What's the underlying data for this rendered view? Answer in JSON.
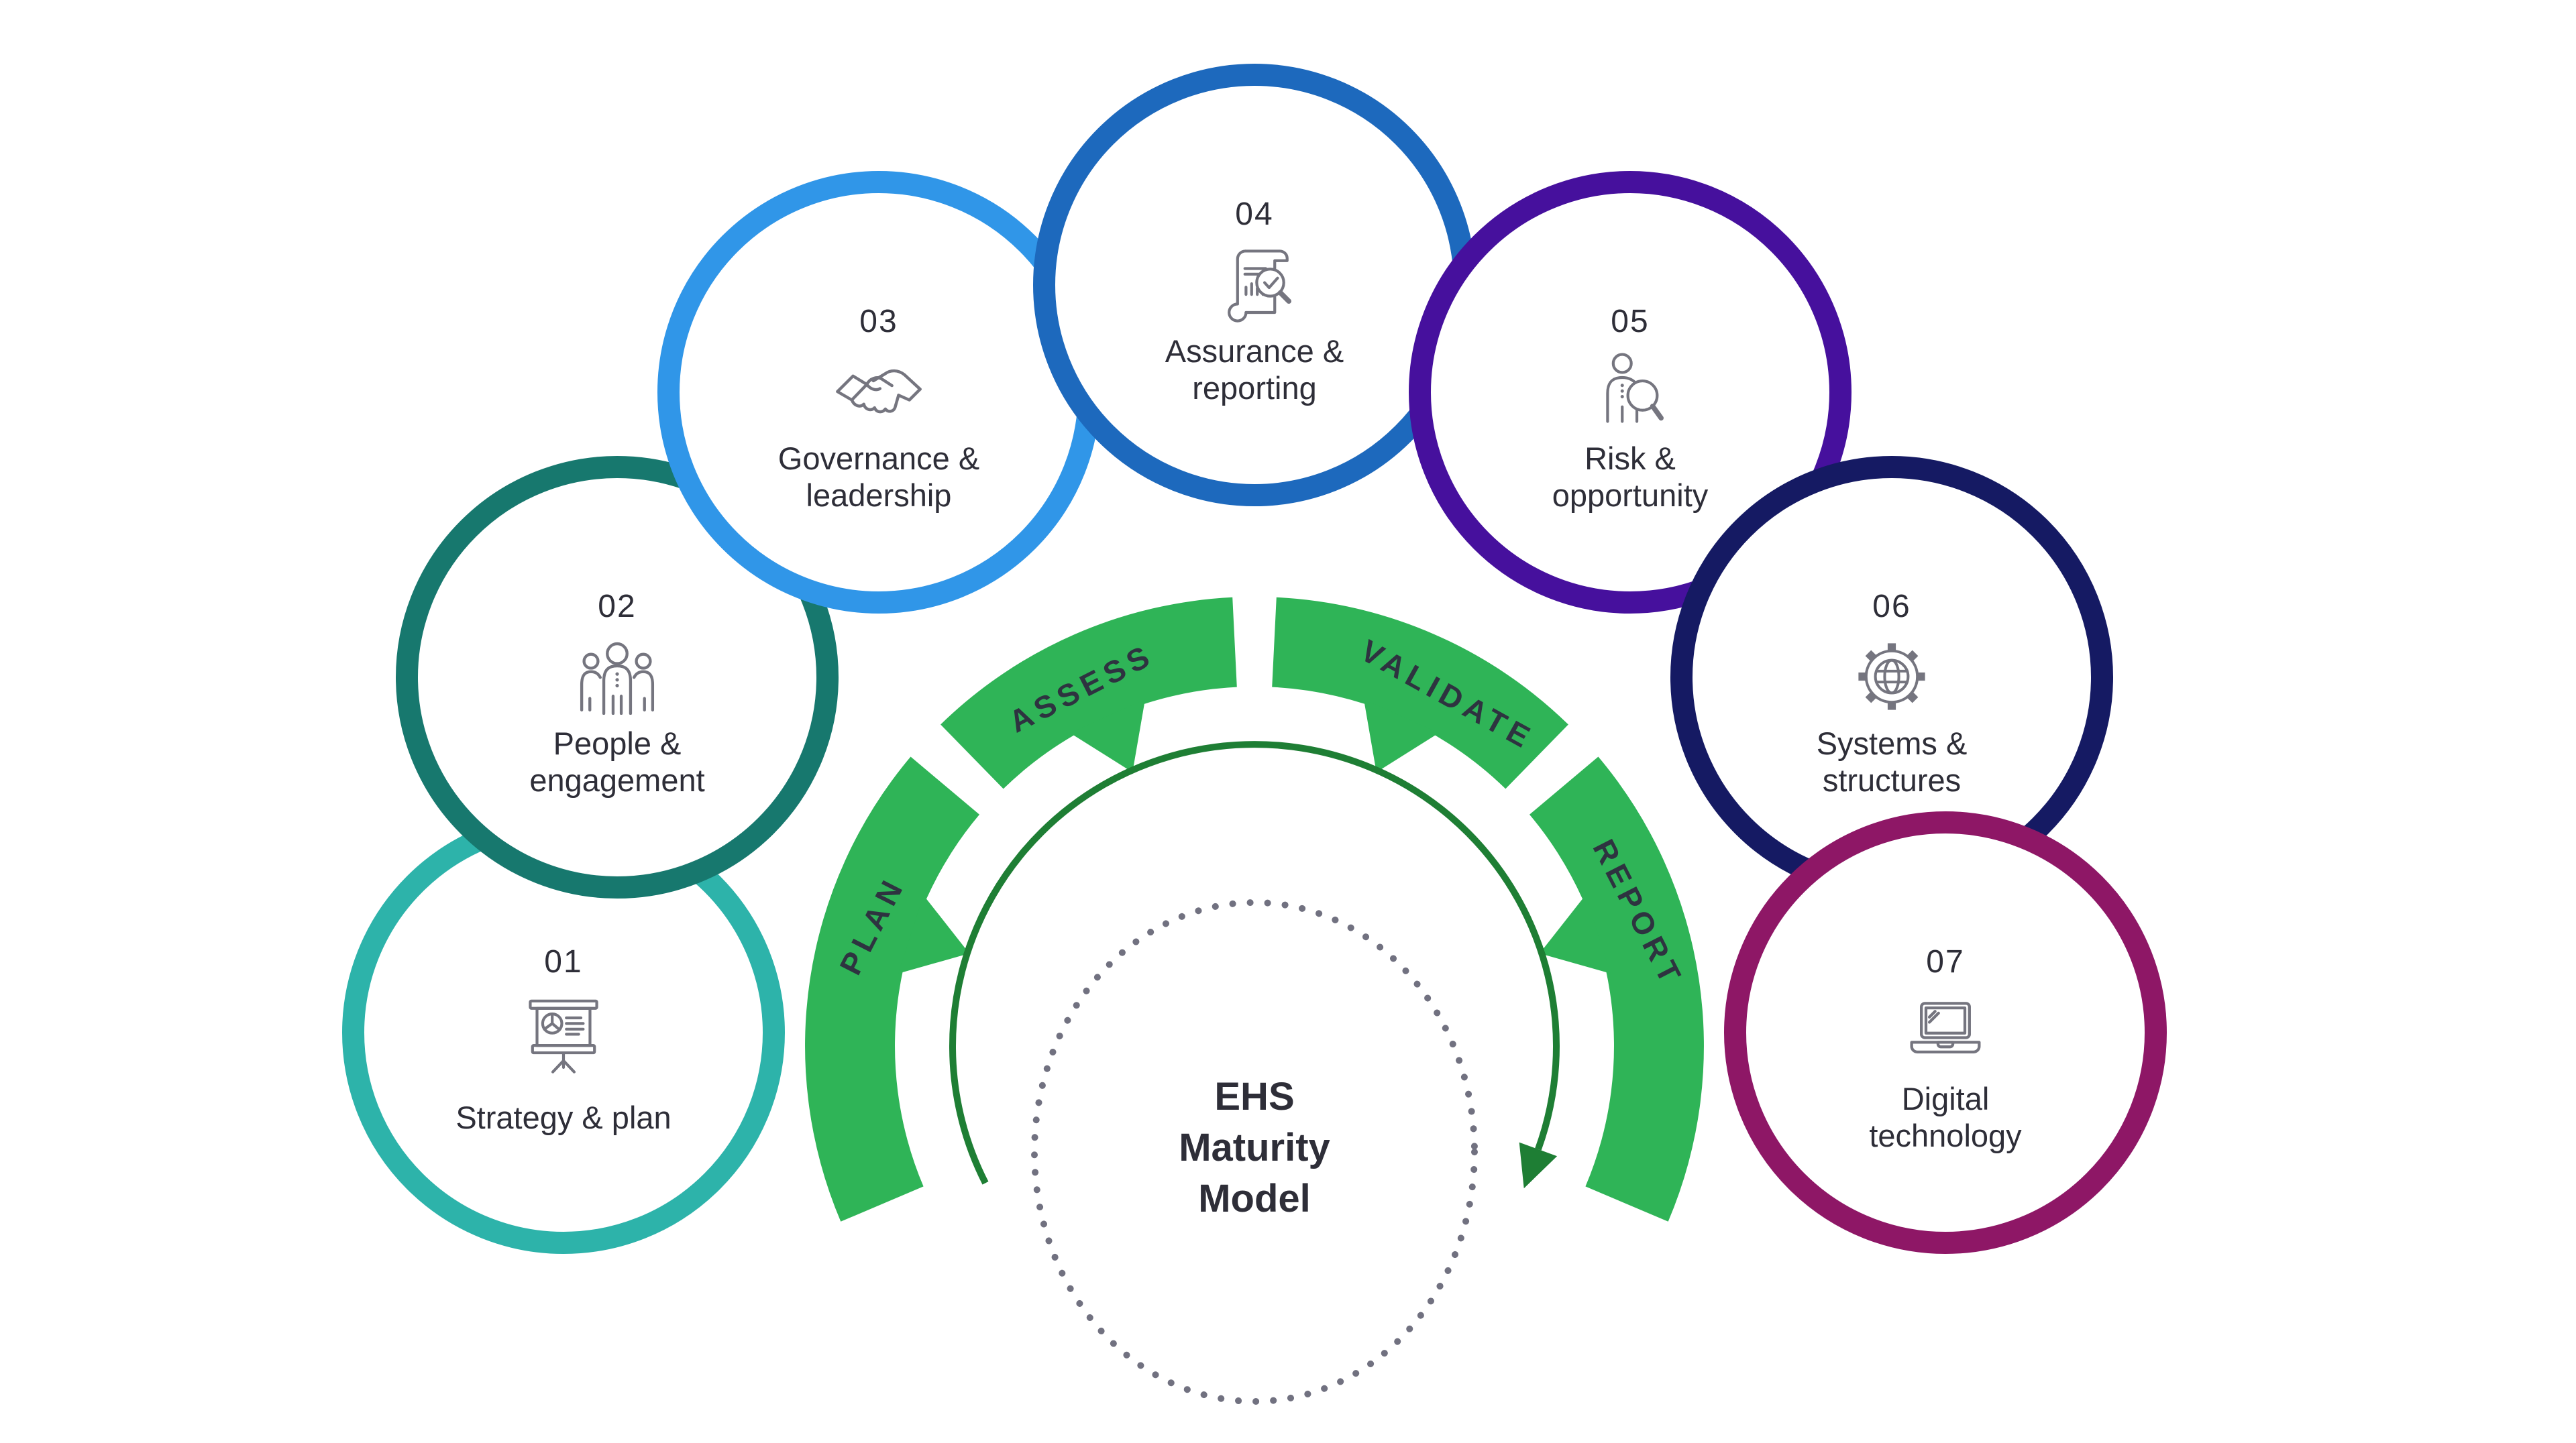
{
  "diagram": {
    "center_label_lines": [
      "EHS",
      "Maturity",
      "Model"
    ],
    "phases": [
      {
        "label": "PLAN"
      },
      {
        "label": "ASSESS"
      },
      {
        "label": "VALIDATE"
      },
      {
        "label": "REPORT"
      }
    ],
    "nodes": [
      {
        "number": "01",
        "lines": [
          "Strategy & plan",
          ""
        ],
        "color": "#2db3aa",
        "icon": "presentation-chart-icon"
      },
      {
        "number": "02",
        "lines": [
          "People &",
          "engagement"
        ],
        "color": "#17786e",
        "icon": "people-group-icon"
      },
      {
        "number": "03",
        "lines": [
          "Governance &",
          "leadership"
        ],
        "color": "#3096e8",
        "icon": "handshake-icon"
      },
      {
        "number": "04",
        "lines": [
          "Assurance &",
          "reporting"
        ],
        "color": "#1d69bd",
        "icon": "report-magnifier-icon"
      },
      {
        "number": "05",
        "lines": [
          "Risk &",
          "opportunity"
        ],
        "color": "#46109d",
        "icon": "person-magnifier-icon"
      },
      {
        "number": "06",
        "lines": [
          "Systems &",
          "structures"
        ],
        "color": "#151a63",
        "icon": "gear-globe-icon"
      },
      {
        "number": "07",
        "lines": [
          "Digital",
          "technology"
        ],
        "color": "#8e1766",
        "icon": "laptop-icon"
      }
    ],
    "colors": {
      "band_green": "#2fb457",
      "arrow_green": "#1e7e34",
      "dotted_gray": "#717180",
      "icon_gray": "#75757f",
      "text_dark": "#2e2e38",
      "band_label": "#2e3340"
    }
  }
}
